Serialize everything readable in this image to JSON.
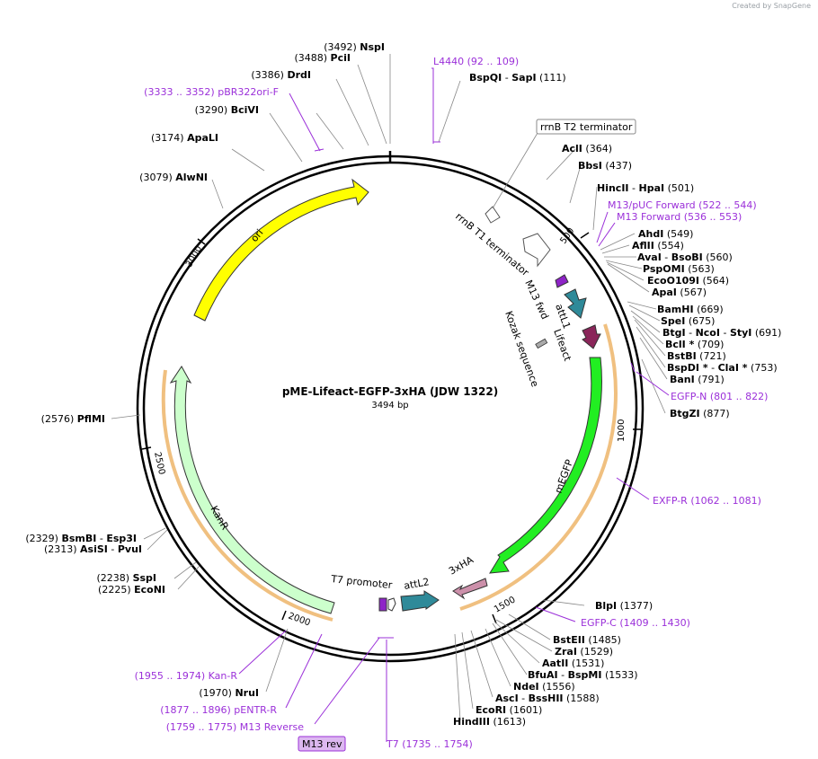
{
  "credit": "Created by SnapGene",
  "plasmid": {
    "name": "pME-Lifeact-EGFP-3xHA (JDW 1322)",
    "length_label": "3494 bp",
    "total_bp": 3494
  },
  "ticks": [
    "500",
    "1000",
    "1500",
    "2000",
    "2500",
    "3000"
  ],
  "tick_positions": [
    500,
    1000,
    1500,
    2000,
    2500,
    3000
  ],
  "features": [
    {
      "name": "ori",
      "color": "#ffff00"
    },
    {
      "name": "mEGFP",
      "color": "#22ee22"
    },
    {
      "name": "KanR",
      "color": "#ccffcc"
    },
    {
      "name": "attL1",
      "color": "#2f8a99"
    },
    {
      "name": "attL2",
      "color": "#2f8a99"
    },
    {
      "name": "Lifeact",
      "color": "#8a2559"
    },
    {
      "name": "3xHA",
      "color": "#cc90aa"
    },
    {
      "name": "M13 fwd",
      "color": "#8e24c7"
    },
    {
      "name": "T7 promoter",
      "color": "#ffffff"
    },
    {
      "name": "Kozak sequence",
      "color": "#aaaaaa"
    },
    {
      "name": "rrnB T1 terminator",
      "color": "#ffffff"
    },
    {
      "name": "rrnB T2 terminator",
      "color": "#ffffff"
    }
  ],
  "enzymes": [
    {
      "name": "NspI",
      "pos": "(3492)"
    },
    {
      "name": "PciI",
      "pos": "(3488)"
    },
    {
      "name": "DrdI",
      "pos": "(3386)"
    },
    {
      "name": "BciVI",
      "pos": "(3290)"
    },
    {
      "name": "ApaLI",
      "pos": "(3174)"
    },
    {
      "name": "AlwNI",
      "pos": "(3079)"
    },
    {
      "name": "PflMI",
      "pos": "(2576)"
    },
    {
      "name": "BsmBI",
      "name2": "Esp3I",
      "pos": "(2329)"
    },
    {
      "name": "AsiSI",
      "name2": "PvuI",
      "pos": "(2313)"
    },
    {
      "name": "SspI",
      "pos": "(2238)"
    },
    {
      "name": "EcoNI",
      "pos": "(2225)"
    },
    {
      "name": "NruI",
      "pos": "(1970)"
    },
    {
      "name": "BspQI",
      "name2": "SapI",
      "pos": "(111)"
    },
    {
      "name": "AclI",
      "pos": "(364)"
    },
    {
      "name": "BbsI",
      "pos": "(437)"
    },
    {
      "name": "HincII",
      "name2": "HpaI",
      "pos": "(501)"
    },
    {
      "name": "AhdI",
      "pos": "(549)"
    },
    {
      "name": "AflII",
      "pos": "(554)"
    },
    {
      "name": "AvaI",
      "name2": "BsoBI",
      "pos": "(560)"
    },
    {
      "name": "PspOMI",
      "pos": "(563)"
    },
    {
      "name": "EcoO109I",
      "pos": "(564)"
    },
    {
      "name": "ApaI",
      "pos": "(567)"
    },
    {
      "name": "BamHI",
      "pos": "(669)"
    },
    {
      "name": "SpeI",
      "pos": "(675)"
    },
    {
      "name": "BtgI",
      "name2": "NcoI",
      "name3": "StyI",
      "pos": "(691)"
    },
    {
      "name": "BclI *",
      "pos": "(709)"
    },
    {
      "name": "BstBI",
      "pos": "(721)"
    },
    {
      "name": "BspDI *",
      "name2": "ClaI *",
      "pos": "(753)"
    },
    {
      "name": "BanI",
      "pos": "(791)"
    },
    {
      "name": "BtgZI",
      "pos": "(877)"
    },
    {
      "name": "BlpI",
      "pos": "(1377)"
    },
    {
      "name": "BstEII",
      "pos": "(1485)"
    },
    {
      "name": "ZraI",
      "pos": "(1529)"
    },
    {
      "name": "AatII",
      "pos": "(1531)"
    },
    {
      "name": "BfuAI",
      "name2": "BspMI",
      "pos": "(1533)"
    },
    {
      "name": "NdeI",
      "pos": "(1556)"
    },
    {
      "name": "AscI",
      "name2": "BssHII",
      "pos": "(1588)"
    },
    {
      "name": "EcoRI",
      "pos": "(1601)"
    },
    {
      "name": "HindIII",
      "pos": "(1613)"
    }
  ],
  "primers": [
    {
      "name": "L4440",
      "range": "(92 .. 109)"
    },
    {
      "name": "pBR322ori-F",
      "range": "(3333 .. 3352)"
    },
    {
      "name": "M13/pUC Forward",
      "range": "(522 .. 544)"
    },
    {
      "name": "M13 Forward",
      "range": "(536 .. 553)"
    },
    {
      "name": "EGFP-N",
      "range": "(801 .. 822)"
    },
    {
      "name": "EXFP-R",
      "range": "(1062 .. 1081)"
    },
    {
      "name": "EGFP-C",
      "range": "(1409 .. 1430)"
    },
    {
      "name": "Kan-R",
      "range": "(1955 .. 1974)"
    },
    {
      "name": "pENTR-R",
      "range": "(1877 .. 1896)"
    },
    {
      "name": "M13 Reverse",
      "range": "(1759 .. 1775)"
    },
    {
      "name": "T7",
      "range": "(1735 .. 1754)"
    }
  ],
  "m13rev_tag": "M13 rev"
}
